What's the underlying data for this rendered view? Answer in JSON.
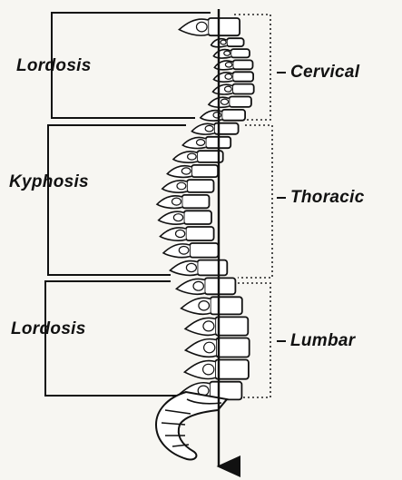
{
  "curvatures": [
    {
      "id": "upper-lordosis",
      "label": "Lordosis"
    },
    {
      "id": "kyphosis",
      "label": "Kyphosis"
    },
    {
      "id": "lower-lordosis",
      "label": "Lordosis"
    }
  ],
  "regions": [
    {
      "id": "cervical",
      "label": "Cervical"
    },
    {
      "id": "thoracic",
      "label": "Thoracic"
    },
    {
      "id": "lumbar",
      "label": "Lumbar"
    }
  ],
  "colors": {
    "ink": "#111111",
    "paper": "#f7f6f2",
    "bone": "#ffffff"
  }
}
